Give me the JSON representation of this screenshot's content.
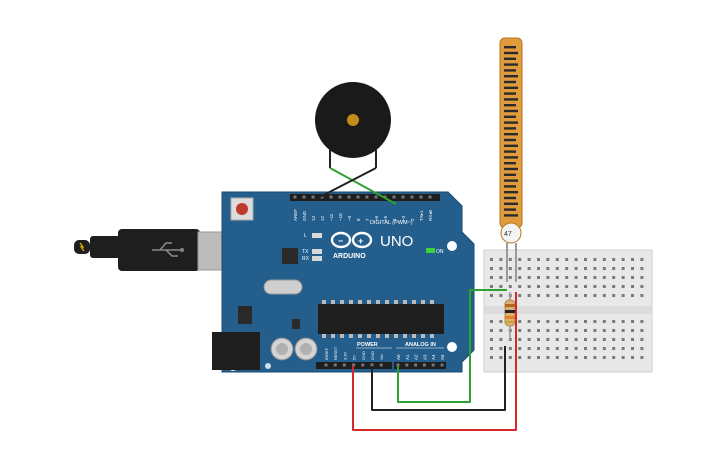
{
  "board": {
    "name": "UNO",
    "brand": "ARDUINO",
    "on_label": "ON",
    "l_label": "L",
    "tx_label": "TX",
    "rx_label": "RX",
    "digital_label": "DIGITAL (PWM~)",
    "power_label": "POWER",
    "analog_label": "ANALOG IN",
    "top_pins": [
      "AREF",
      "GND",
      "13",
      "12",
      "~11",
      "~10",
      "~9",
      "8",
      "7",
      "~6",
      "~5",
      "4",
      "~3",
      "2",
      "TX▸1",
      "RX◂0"
    ],
    "power_pins": [
      "IOREF",
      "RESET",
      "3.3V",
      "5V",
      "GND",
      "GND",
      "Vin"
    ],
    "analog_pins": [
      "A0",
      "A1",
      "A2",
      "A3",
      "A4",
      "A5"
    ]
  },
  "flex_sensor": {
    "resistance_label": "47"
  },
  "colors": {
    "board": "#235e8c",
    "board_edge": "#1a4a70",
    "wire_red": "#d62828",
    "wire_black": "#222222",
    "wire_green": "#2ea12e",
    "flex_body": "#e09b3d",
    "breadboard": "#e8e8e8"
  },
  "icons": [
    "usb-cable-icon",
    "piezo-buzzer-icon",
    "flex-sensor-icon",
    "resistor-icon",
    "breadboard-icon"
  ]
}
